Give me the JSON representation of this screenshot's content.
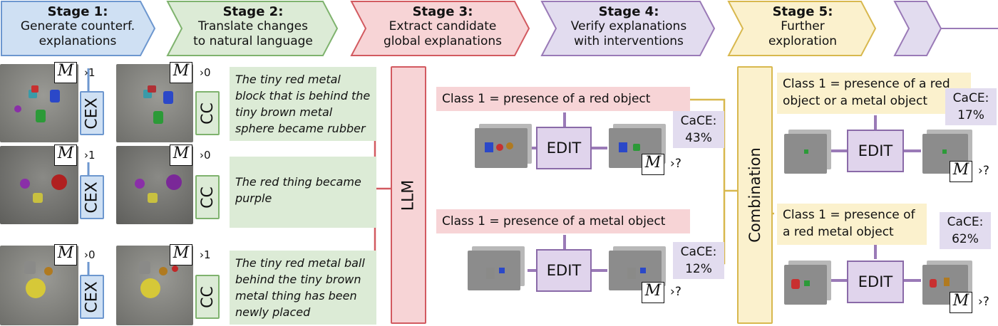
{
  "stages": [
    {
      "title": "Stage 1:",
      "line1": "Generate counterf.",
      "line2": "explanations"
    },
    {
      "title": "Stage 2:",
      "line1": "Translate changes",
      "line2": "to natural language"
    },
    {
      "title": "Stage 3:",
      "line1": "Extract candidate",
      "line2": "global explanations"
    },
    {
      "title": "Stage 4:",
      "line1": "Verify explanations",
      "line2": "with interventions"
    },
    {
      "title": "Stage 5:",
      "line1": "Further",
      "line2": "exploration"
    }
  ],
  "model_symbol": "M",
  "unknown": "?",
  "rows": [
    {
      "cex": "CEX",
      "cc": "CC",
      "m_before": "1",
      "m_after": "0",
      "desc": "The tiny red metal block that is behind the tiny brown metal sphere became rubber"
    },
    {
      "cex": "CEX",
      "cc": "CC",
      "m_before": "1",
      "m_after": "0",
      "desc": "The red thing became purple"
    },
    {
      "cex": "CEX",
      "cc": "CC",
      "m_before": "0",
      "m_after": "1",
      "desc": "The tiny red metal ball behind the tiny brown metal thing has been newly placed"
    }
  ],
  "llm": "LLM",
  "candidates": [
    {
      "text": "Class 1 = presence of a red object",
      "edit": "EDIT",
      "cace_label": "CaCE:",
      "cace_value": "43%"
    },
    {
      "text": "Class 1 = presence of a metal object",
      "edit": "EDIT",
      "cace_label": "CaCE:",
      "cace_value": "12%"
    }
  ],
  "combination": "Combination",
  "further": [
    {
      "line1": "Class 1 = presence of a red",
      "line2": "object or a metal object",
      "edit": "EDIT",
      "cace_label": "CaCE:",
      "cace_value": "17%"
    },
    {
      "line1": "Class 1 = presence of",
      "line2": "a red metal object",
      "edit": "EDIT",
      "cace_label": "CaCE:",
      "cace_value": "62%"
    }
  ],
  "colors": {
    "stage1": "#cfe0f3",
    "stage1_border": "#6d97cf",
    "stage2": "#dcebd6",
    "stage2_border": "#7fb36e",
    "stage3": "#f7d4d6",
    "stage3_border": "#d25a60",
    "stage4": "#e2dcef",
    "stage4_border": "#9a7ab7",
    "stage5": "#fbf1cd",
    "stage5_border": "#d8b84e"
  }
}
